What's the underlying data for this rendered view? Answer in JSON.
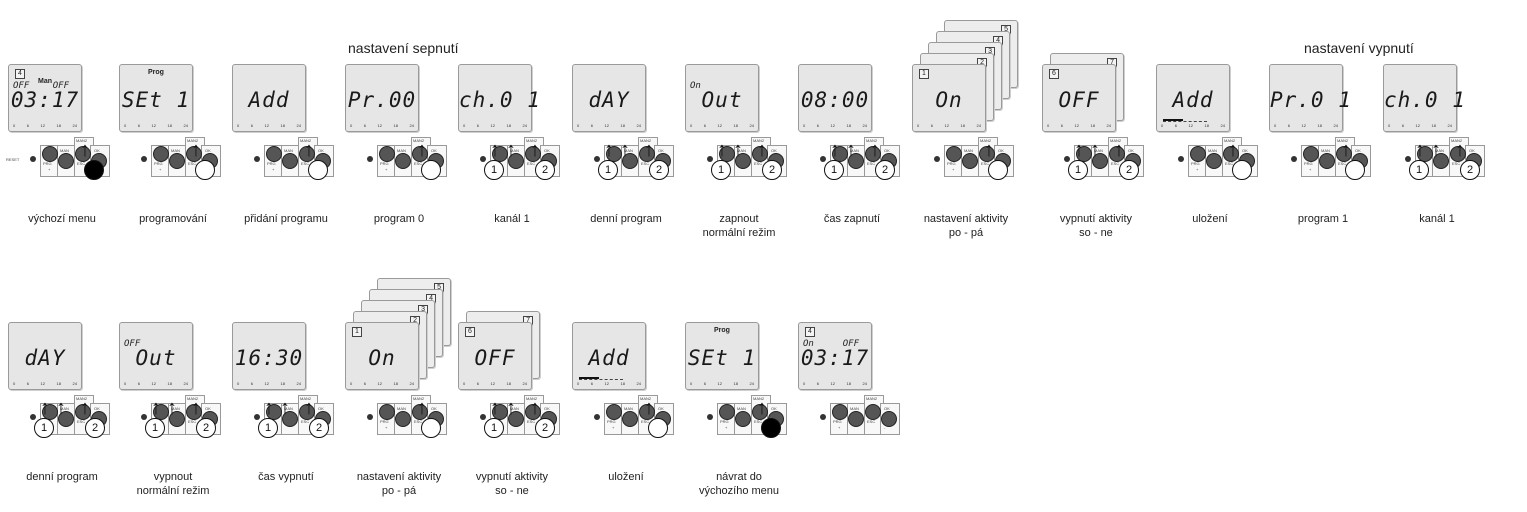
{
  "titles": {
    "on_setting": "nastavení sepnutí",
    "off_setting": "nastavení vypnutí"
  },
  "labels": {
    "reset": "RESET",
    "man": "MAN",
    "man2": "MAN2",
    "prg": "PRG",
    "ok": "OK",
    "esc": "ESC",
    "plus": "+",
    "minus": "-"
  },
  "ticks": [
    "0",
    "6",
    "12",
    "18",
    "24"
  ],
  "steps": [
    {
      "caption": "výchozí menu",
      "display": "03:17",
      "top": "Man",
      "num": "4",
      "sub_left": "OFF",
      "sub_right": "OFF",
      "markers": "none",
      "filled": "yes"
    },
    {
      "caption": "programování",
      "display": "SEt 1",
      "top": "Prog",
      "markers": "none",
      "filled": "no"
    },
    {
      "caption": "přidání programu",
      "display": "Add",
      "markers": "none"
    },
    {
      "caption": "program 0",
      "display": "Pr.00",
      "markers": "none"
    },
    {
      "caption": "kanál 1",
      "display": "ch.0 1",
      "markers": "12"
    },
    {
      "caption": "denní program",
      "display": "dAY",
      "markers": "12"
    },
    {
      "caption": "zapnout\nnormální režim",
      "display": "Out",
      "sub_left": "On",
      "markers": "12"
    },
    {
      "caption": "čas zapnutí",
      "display": "08:00",
      "markers": "12"
    },
    {
      "caption": "nastavení aktivity\npo - pá",
      "display": "On",
      "num": "1",
      "stack": [
        "5",
        "4",
        "3",
        "2"
      ],
      "markers": "none"
    },
    {
      "caption": "vypnutí aktivity\nso - ne",
      "display": "OFF",
      "num": "6",
      "stack": [
        "7"
      ],
      "markers": "12"
    },
    {
      "caption": "uložení",
      "display": "Add",
      "markers": "none"
    },
    {
      "caption": "program 1",
      "display": "Pr.0 1",
      "markers": "none"
    },
    {
      "caption": "kanál 1",
      "display": "ch.0 1",
      "markers": "12"
    },
    {
      "caption": "denní program",
      "display": "dAY",
      "markers": "12"
    },
    {
      "caption": "vypnout\nnormální režim",
      "display": "Out",
      "sub_left": "OFF",
      "markers": "12"
    },
    {
      "caption": "čas vypnutí",
      "display": "16:30",
      "markers": "12"
    },
    {
      "caption": "nastavení aktivity\npo - pá",
      "display": "On",
      "num": "1",
      "stack": [
        "5",
        "4",
        "3",
        "2"
      ],
      "markers": "none"
    },
    {
      "caption": "vypnutí aktivity\nso - ne",
      "display": "OFF",
      "num": "6",
      "stack": [
        "7"
      ],
      "markers": "12"
    },
    {
      "caption": "uložení",
      "display": "Add",
      "markers": "none"
    },
    {
      "caption": "návrat do\nvýchozího menu",
      "display": "SEt 1",
      "top": "Prog",
      "markers": "none",
      "filled": "yes"
    },
    {
      "caption": "",
      "display": "03:17",
      "num": "4",
      "sub_left": "On",
      "sub_right": "OFF",
      "markers": "none"
    }
  ]
}
